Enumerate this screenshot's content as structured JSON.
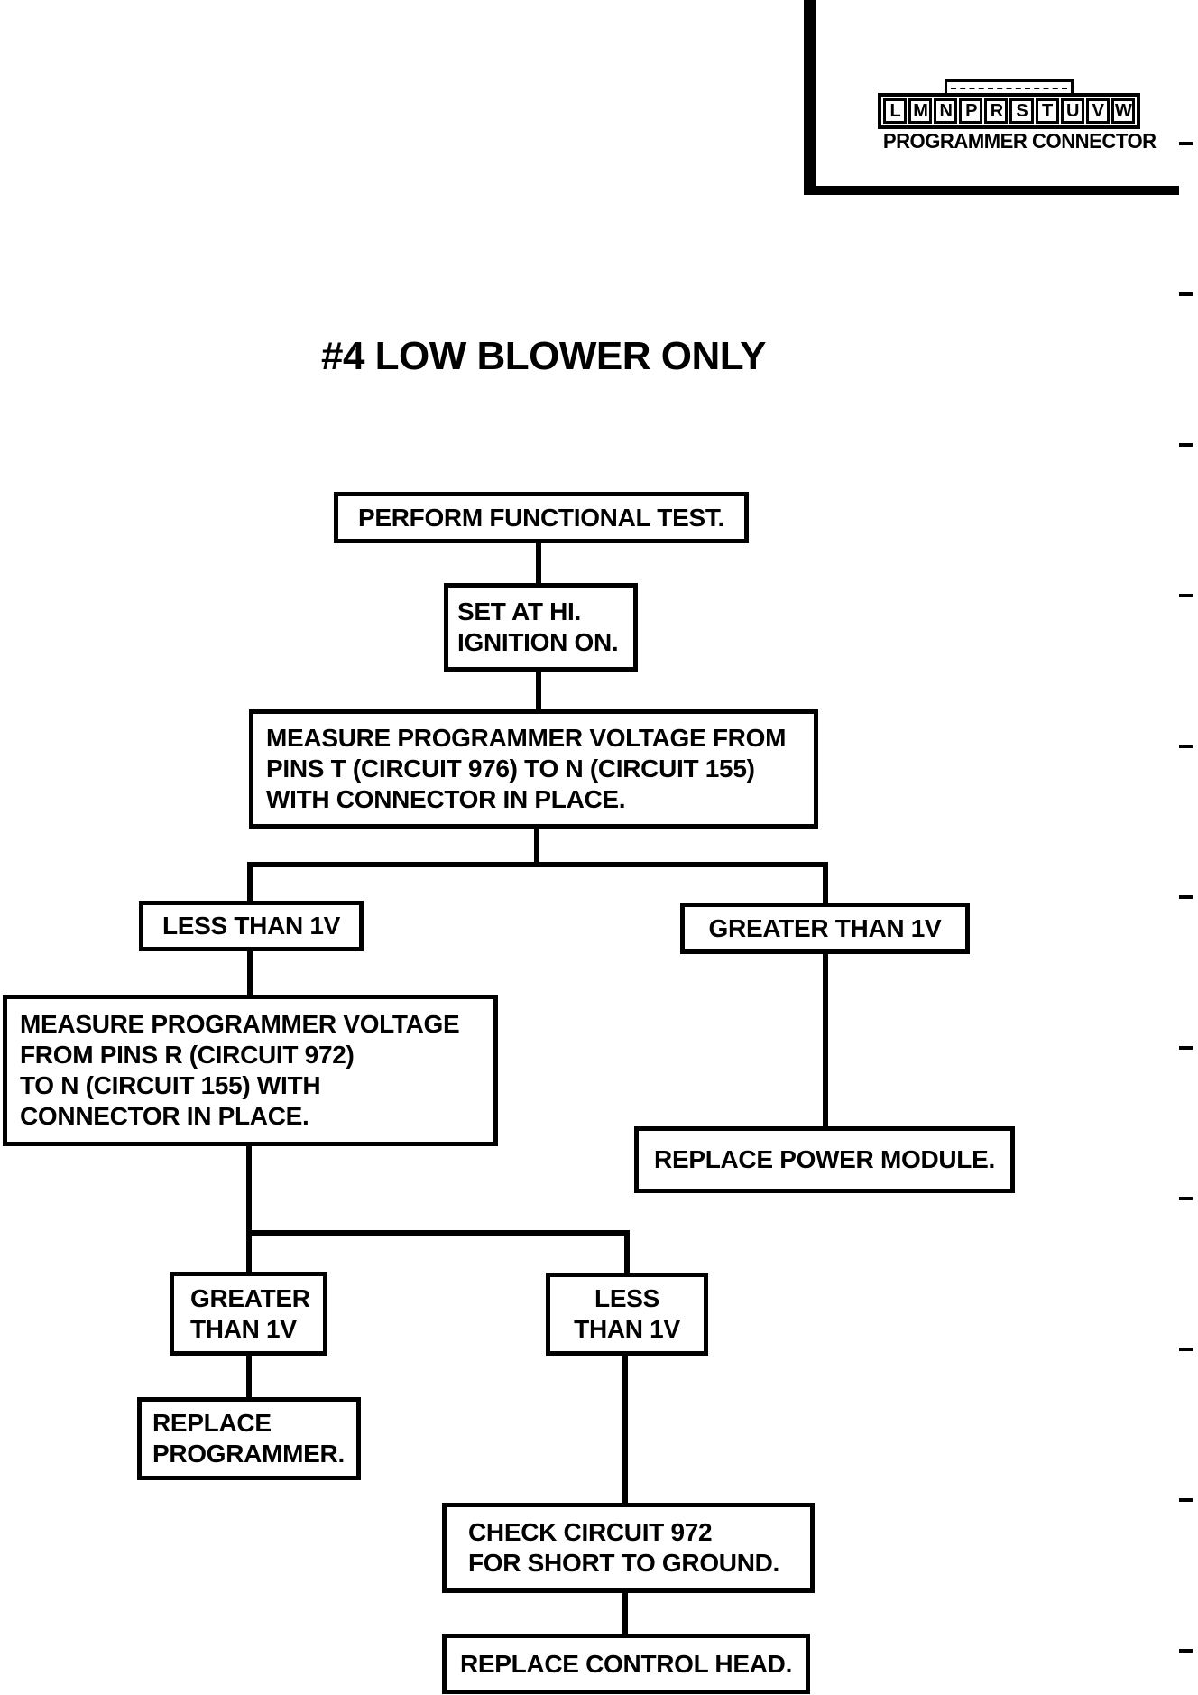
{
  "document": {
    "title": "#4 LOW BLOWER ONLY"
  },
  "connector_diagram": {
    "pins": [
      "L",
      "M",
      "N",
      "P",
      "R",
      "S",
      "T",
      "U",
      "V",
      "W"
    ],
    "caption": "PROGRAMMER CONNECTOR"
  },
  "flowchart": {
    "nodes": {
      "perform_test": "PERFORM FUNCTIONAL TEST.",
      "set_hi": [
        "SET AT HI.",
        "IGNITION ON."
      ],
      "measure_pins_t": [
        "MEASURE PROGRAMMER VOLTAGE FROM",
        "PINS T (CIRCUIT 976) TO N (CIRCUIT 155)",
        "WITH CONNECTOR IN PLACE."
      ],
      "less_than_1v": "LESS THAN 1V",
      "greater_than_1v": "GREATER THAN 1V",
      "measure_pins_r": [
        "MEASURE PROGRAMMER VOLTAGE",
        "FROM PINS R (CIRCUIT 972)",
        "TO N (CIRCUIT 155) WITH",
        "CONNECTOR IN PLACE."
      ],
      "replace_power_module": "REPLACE POWER MODULE.",
      "greater_than_1v_2": [
        "GREATER",
        "THAN 1V"
      ],
      "less_than_1v_2": [
        "LESS",
        "THAN 1V"
      ],
      "replace_programmer": [
        "REPLACE",
        "PROGRAMMER."
      ],
      "check_circuit_972": [
        "CHECK CIRCUIT 972",
        "FOR SHORT TO GROUND."
      ],
      "replace_control_head": "REPLACE CONTROL HEAD."
    }
  },
  "colors": {
    "ink": "#000000",
    "paper": "#ffffff"
  }
}
